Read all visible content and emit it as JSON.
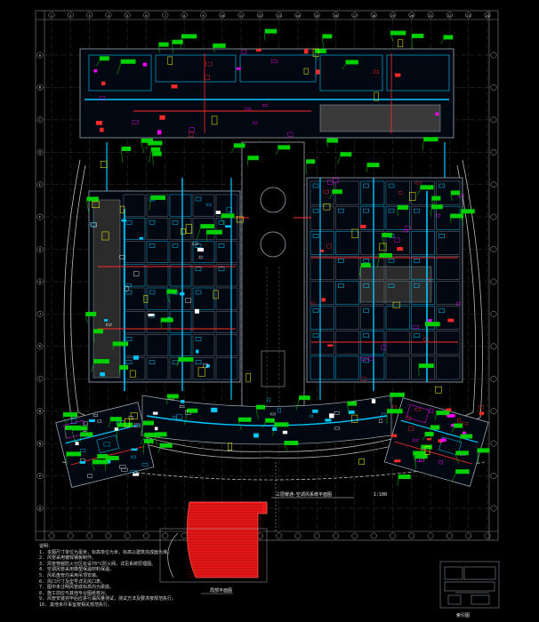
{
  "drawing": {
    "kind": "HVAC / MEP floor plan (CAD drawing)",
    "plan_title": "三层暖通-空调风系统平面图",
    "scale_text": "1:100",
    "inset_title": "局部平面图",
    "key_plan_title": "索引图",
    "colors": {
      "background": "#000000",
      "walls": "#9aa7b4",
      "duct_supply": "#00c8ff",
      "duct_exhaust": "#ff2b2b",
      "tags": "#00ff00",
      "highlights": "#ff00ff",
      "callouts": "#ffff00",
      "text": "#e8e8e8"
    }
  },
  "grid": {
    "columns": [
      "1",
      "2",
      "3",
      "4",
      "5",
      "6",
      "7",
      "8",
      "9",
      "10",
      "11",
      "12",
      "13",
      "14",
      "15",
      "16",
      "17",
      "18",
      "19",
      "20",
      "21",
      "22",
      "23",
      "24"
    ],
    "rows": [
      "A",
      "B",
      "C",
      "D",
      "E",
      "F",
      "G",
      "H",
      "J",
      "K",
      "L",
      "M",
      "N",
      "P",
      "Q"
    ]
  },
  "notes": {
    "heading": "说明：",
    "lines": [
      "1. 本图尺寸单位为毫米，标高单位为米，标高以建筑完成面为准。",
      "2. 风管采用镀锌钢板制作。",
      "3. 风管穿越防火分区处设70°C防火阀，详见系统原理图。",
      "4. 空调风管采用橡塑保温材料保温。",
      "5. 风机盘管均采用吊顶安装。",
      "6. 风口尺寸及型号详见风口表。",
      "7. 图中未注明风管底标高均为梁底。",
      "8. 施工前应与其他专业图纸核对。",
      "9. 风管安装完毕后应进行漏风量测试，测试方法及要求按规范执行。",
      "10. 其他未尽事宜按相关规范执行。"
    ]
  }
}
